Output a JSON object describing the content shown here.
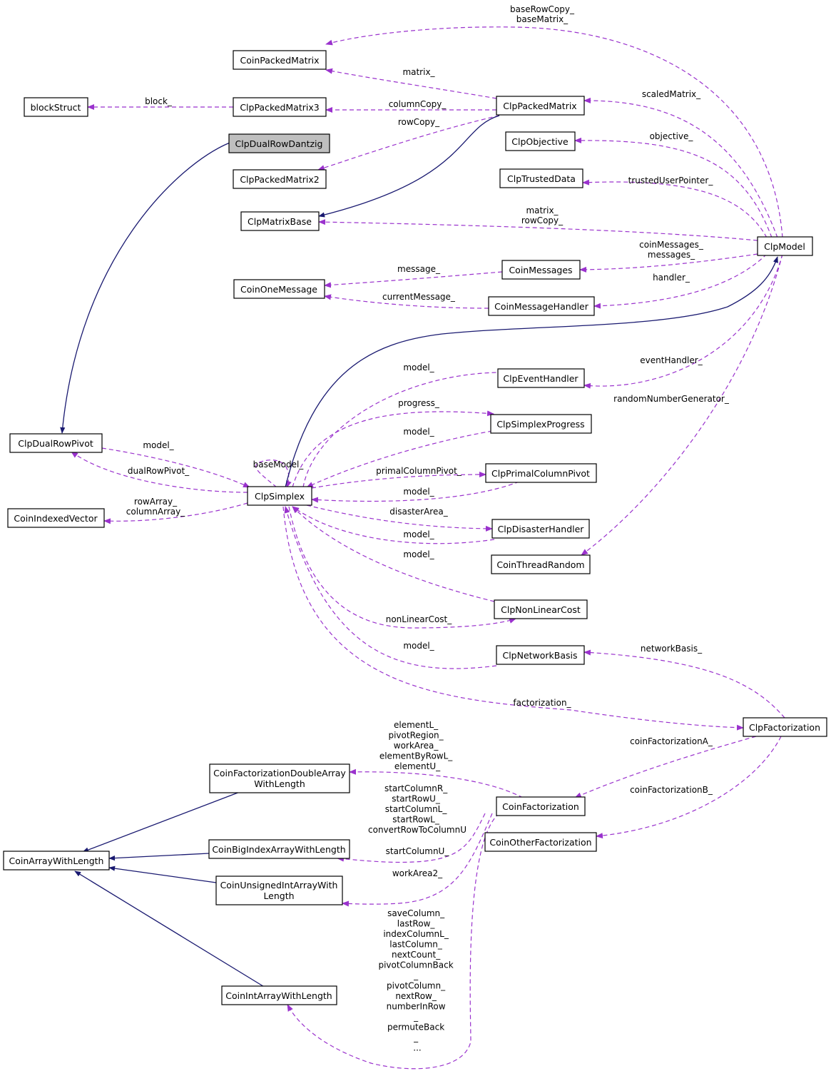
{
  "diagram": {
    "nodes": {
      "coin_packed_matrix": "CoinPackedMatrix",
      "block_struct": "blockStruct",
      "clp_packed_matrix3": "ClpPackedMatrix3",
      "clp_dual_row_dantzig": "ClpDualRowDantzig",
      "clp_packed_matrix2": "ClpPackedMatrix2",
      "clp_matrix_base": "ClpMatrixBase",
      "coin_one_message": "CoinOneMessage",
      "clp_packed_matrix": "ClpPackedMatrix",
      "clp_objective": "ClpObjective",
      "clp_trusted_data": "ClpTrustedData",
      "clp_model": "ClpModel",
      "coin_messages": "CoinMessages",
      "coin_message_handler": "CoinMessageHandler",
      "clp_event_handler": "ClpEventHandler",
      "clp_simplex_progress": "ClpSimplexProgress",
      "clp_dual_row_pivot": "ClpDualRowPivot",
      "clp_simplex": "ClpSimplex",
      "clp_primal_column_pivot": "ClpPrimalColumnPivot",
      "coin_indexed_vector": "CoinIndexedVector",
      "clp_disaster_handler": "ClpDisasterHandler",
      "coin_thread_random": "CoinThreadRandom",
      "clp_non_linear_cost": "ClpNonLinearCost",
      "clp_network_basis": "ClpNetworkBasis",
      "clp_factorization": "ClpFactorization",
      "coin_fact_double_l1": "CoinFactorizationDoubleArray",
      "coin_fact_double_l2": "WithLength",
      "coin_factorization": "CoinFactorization",
      "coin_other_factorization": "CoinOtherFactorization",
      "coin_array_with_length": "CoinArrayWithLength",
      "coin_big_index_array": "CoinBigIndexArrayWithLength",
      "coin_unsigned_l1": "CoinUnsignedIntArrayWith",
      "coin_unsigned_l2": "Length",
      "coin_int_array": "CoinIntArrayWithLength"
    },
    "labels": {
      "base_row_copy": [
        "baseRowCopy_",
        "baseMatrix_"
      ],
      "matrix_a": [
        "matrix_"
      ],
      "block": [
        "block_"
      ],
      "column_copy": [
        "columnCopy_"
      ],
      "row_copy_a": [
        "rowCopy_"
      ],
      "scaled_matrix": [
        "scaledMatrix_"
      ],
      "objective": [
        "objective_"
      ],
      "trusted_user_pointer": [
        "trustedUserPointer_"
      ],
      "matrix_row_copy": [
        "matrix_",
        "rowCopy_"
      ],
      "coin_messages": [
        "coinMessages_",
        "messages_"
      ],
      "handler": [
        "handler_"
      ],
      "message": [
        "message_"
      ],
      "current_message": [
        "currentMessage_"
      ],
      "model_event": [
        "model_"
      ],
      "event_handler": [
        "eventHandler_"
      ],
      "random_number_generator": [
        "randomNumberGenerator_"
      ],
      "progress": [
        "progress_"
      ],
      "model_progress": [
        "model_"
      ],
      "model_dual": [
        "model_"
      ],
      "base_model": [
        "baseModel_"
      ],
      "dual_row_pivot": [
        "dualRowPivot_"
      ],
      "primal_column_pivot": [
        "primalColumnPivot_"
      ],
      "model_primal": [
        "model_"
      ],
      "row_array": [
        "rowArray_",
        "columnArray_"
      ],
      "disaster_area": [
        "disasterArea_"
      ],
      "model_disaster": [
        "model_"
      ],
      "model_nonlinear": [
        "model_"
      ],
      "non_linear_cost": [
        "nonLinearCost_"
      ],
      "model_network": [
        "model_"
      ],
      "network_basis": [
        "networkBasis_"
      ],
      "factorization": [
        "factorization_"
      ],
      "coin_factorization_a": [
        "coinFactorizationA_"
      ],
      "coin_factorization_b": [
        "coinFactorizationB_"
      ],
      "element_l": [
        "elementL_",
        "pivotRegion_",
        "workArea_",
        "elementByRowL_",
        "elementU_"
      ],
      "start_column_r": [
        "startColumnR_",
        "startRowU_",
        "startColumnL_",
        "startRowL_",
        "convertRowToColumnU"
      ],
      "start_column_u": [
        "startColumnU_"
      ],
      "work_area2": [
        "workArea2_"
      ],
      "save_column": [
        "saveColumn_",
        "lastRow_",
        "indexColumnL_",
        "lastColumn_",
        "nextCount_",
        "pivotColumnBack",
        "_",
        "pivotColumn_",
        "nextRow_",
        "numberInRow",
        "_",
        "permuteBack",
        "_",
        "..."
      ]
    },
    "colors": {
      "inheritance_edge": "#191970",
      "usage_edge": "#9a32cd",
      "highlight_fill": "#bfbfbf"
    }
  }
}
